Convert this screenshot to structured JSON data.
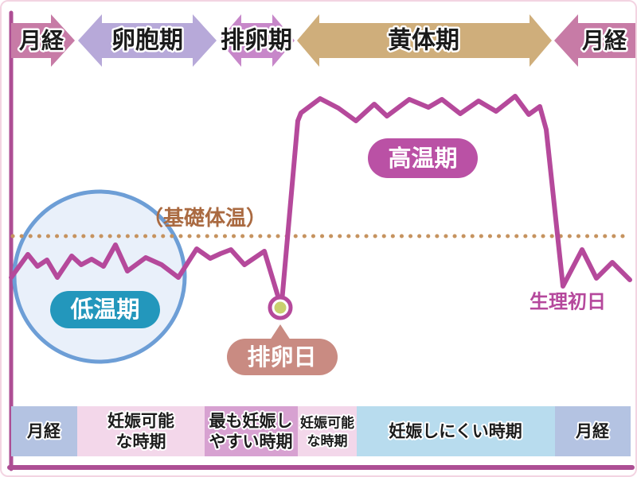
{
  "top_arrows": [
    {
      "label": "月経"
    },
    {
      "label": "卵胞期"
    },
    {
      "label": "排卵期"
    },
    {
      "label": "黄体期"
    },
    {
      "label": "月経"
    }
  ],
  "chart": {
    "baseline_label": "（基礎体温）",
    "low_phase_label": "低温期",
    "high_phase_label": "高温期",
    "ovulation_label": "排卵日",
    "period_start_label": "生理初日",
    "curve_points": "12,347 33,318 45,333 57,325 70,347 88,320 100,331 113,324 128,333 143,306 158,339 181,322 201,331 222,347 245,311 262,323 275,317 288,312 305,331 330,314 349,377 352,377 372,150 376,140 400,122 423,134 445,150 468,129 484,144 512,123 536,133 553,123 576,141 599,125 621,138 645,119 662,142 676,132 684,161 705,358 729,312 747,348 767,328 789,350"
  },
  "bottom_band": {
    "segments": [
      {
        "line1": "月経",
        "line2": ""
      },
      {
        "line1": "妊娠可能",
        "line2": "な時期"
      },
      {
        "line1": "最も妊娠し",
        "line2": "やすい時期"
      },
      {
        "line1": "妊娠可能",
        "line2": "な時期"
      },
      {
        "line1": "妊娠しにくい時期",
        "line2": ""
      },
      {
        "line1": "月経",
        "line2": ""
      }
    ]
  },
  "colors": {
    "arrow_pink": "#c77ba6",
    "arrow_purple": "#b7a9d9",
    "arrow_orchid": "#c787c9",
    "arrow_tan": "#cfae7b",
    "axis_magenta": "#ad4e94",
    "curve_magenta": "#b5499b",
    "dotted_tan": "#c6935f",
    "baseline_text": "#aa6a41",
    "circle_stroke": "#6d9ed6",
    "circle_fill": "#e9f0fa",
    "low_pill": "#2397bc",
    "high_pill": "#ba51a5",
    "ovulation_pill": "#c98b82",
    "ovulation_dot_fill": "#c9d06e",
    "period_text": "#b5489c",
    "band_menses": "#b4c3e2",
    "band_fertile": "#f3d7ea",
    "band_most_fertile": "#d7a1d1",
    "band_infertile": "#b8dcee"
  }
}
